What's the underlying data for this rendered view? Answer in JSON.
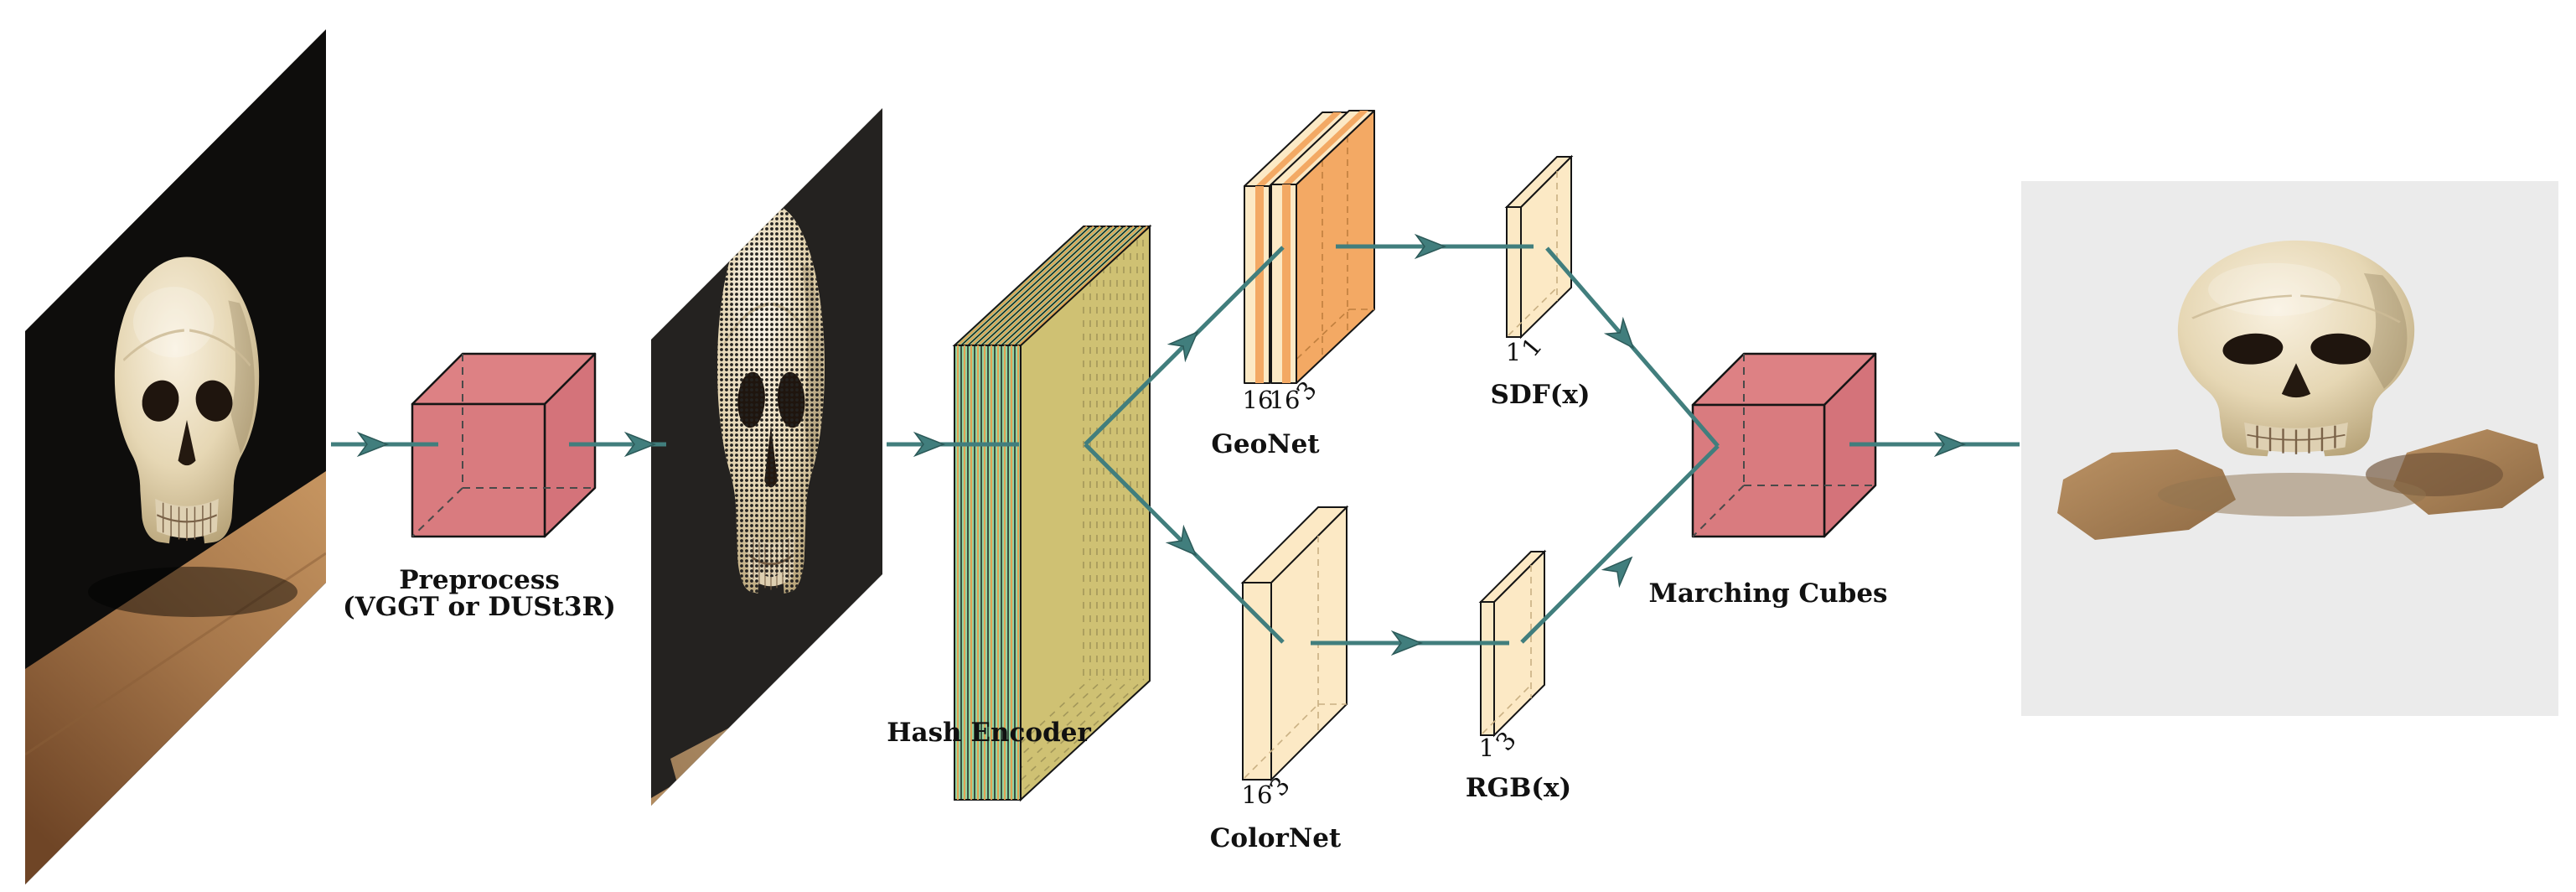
{
  "nodes": {
    "input_image": {
      "icon": "skull-photo-image"
    },
    "preprocess": {
      "label_line1": "Preprocess",
      "label_line2": "(VGGT or DUSt3R)"
    },
    "pointcloud_image": {
      "icon": "skull-point-cloud-image"
    },
    "hash_encoder": {
      "label": "Hash Encoder"
    },
    "geonet": {
      "label": "GeoNet",
      "dim_width1": "16",
      "dim_width2": "16",
      "dim_depth": "3"
    },
    "sdf_head": {
      "label": "SDF(x)",
      "dim_width": "1",
      "dim_depth": "1"
    },
    "colornet": {
      "label": "ColorNet",
      "dim_width": "16",
      "dim_depth": "3"
    },
    "rgb_head": {
      "label": "RGB(x)",
      "dim_width": "1",
      "dim_depth": "3"
    },
    "marching_cubes": {
      "label": "Marching Cubes"
    },
    "output_image": {
      "icon": "skull-mesh-render-image"
    }
  },
  "colors": {
    "arrow": "#417e7d",
    "process_cube": "#d97b7f",
    "hash_layer_green": "#92d7a4",
    "hash_side_tan": "#cfc173",
    "layer_orange": "#f3a964",
    "layer_cream": "#fce9c5",
    "output_background": "#ebebeb",
    "photo_background": "#0e0d0c",
    "pointcloud_background": "#242220"
  }
}
